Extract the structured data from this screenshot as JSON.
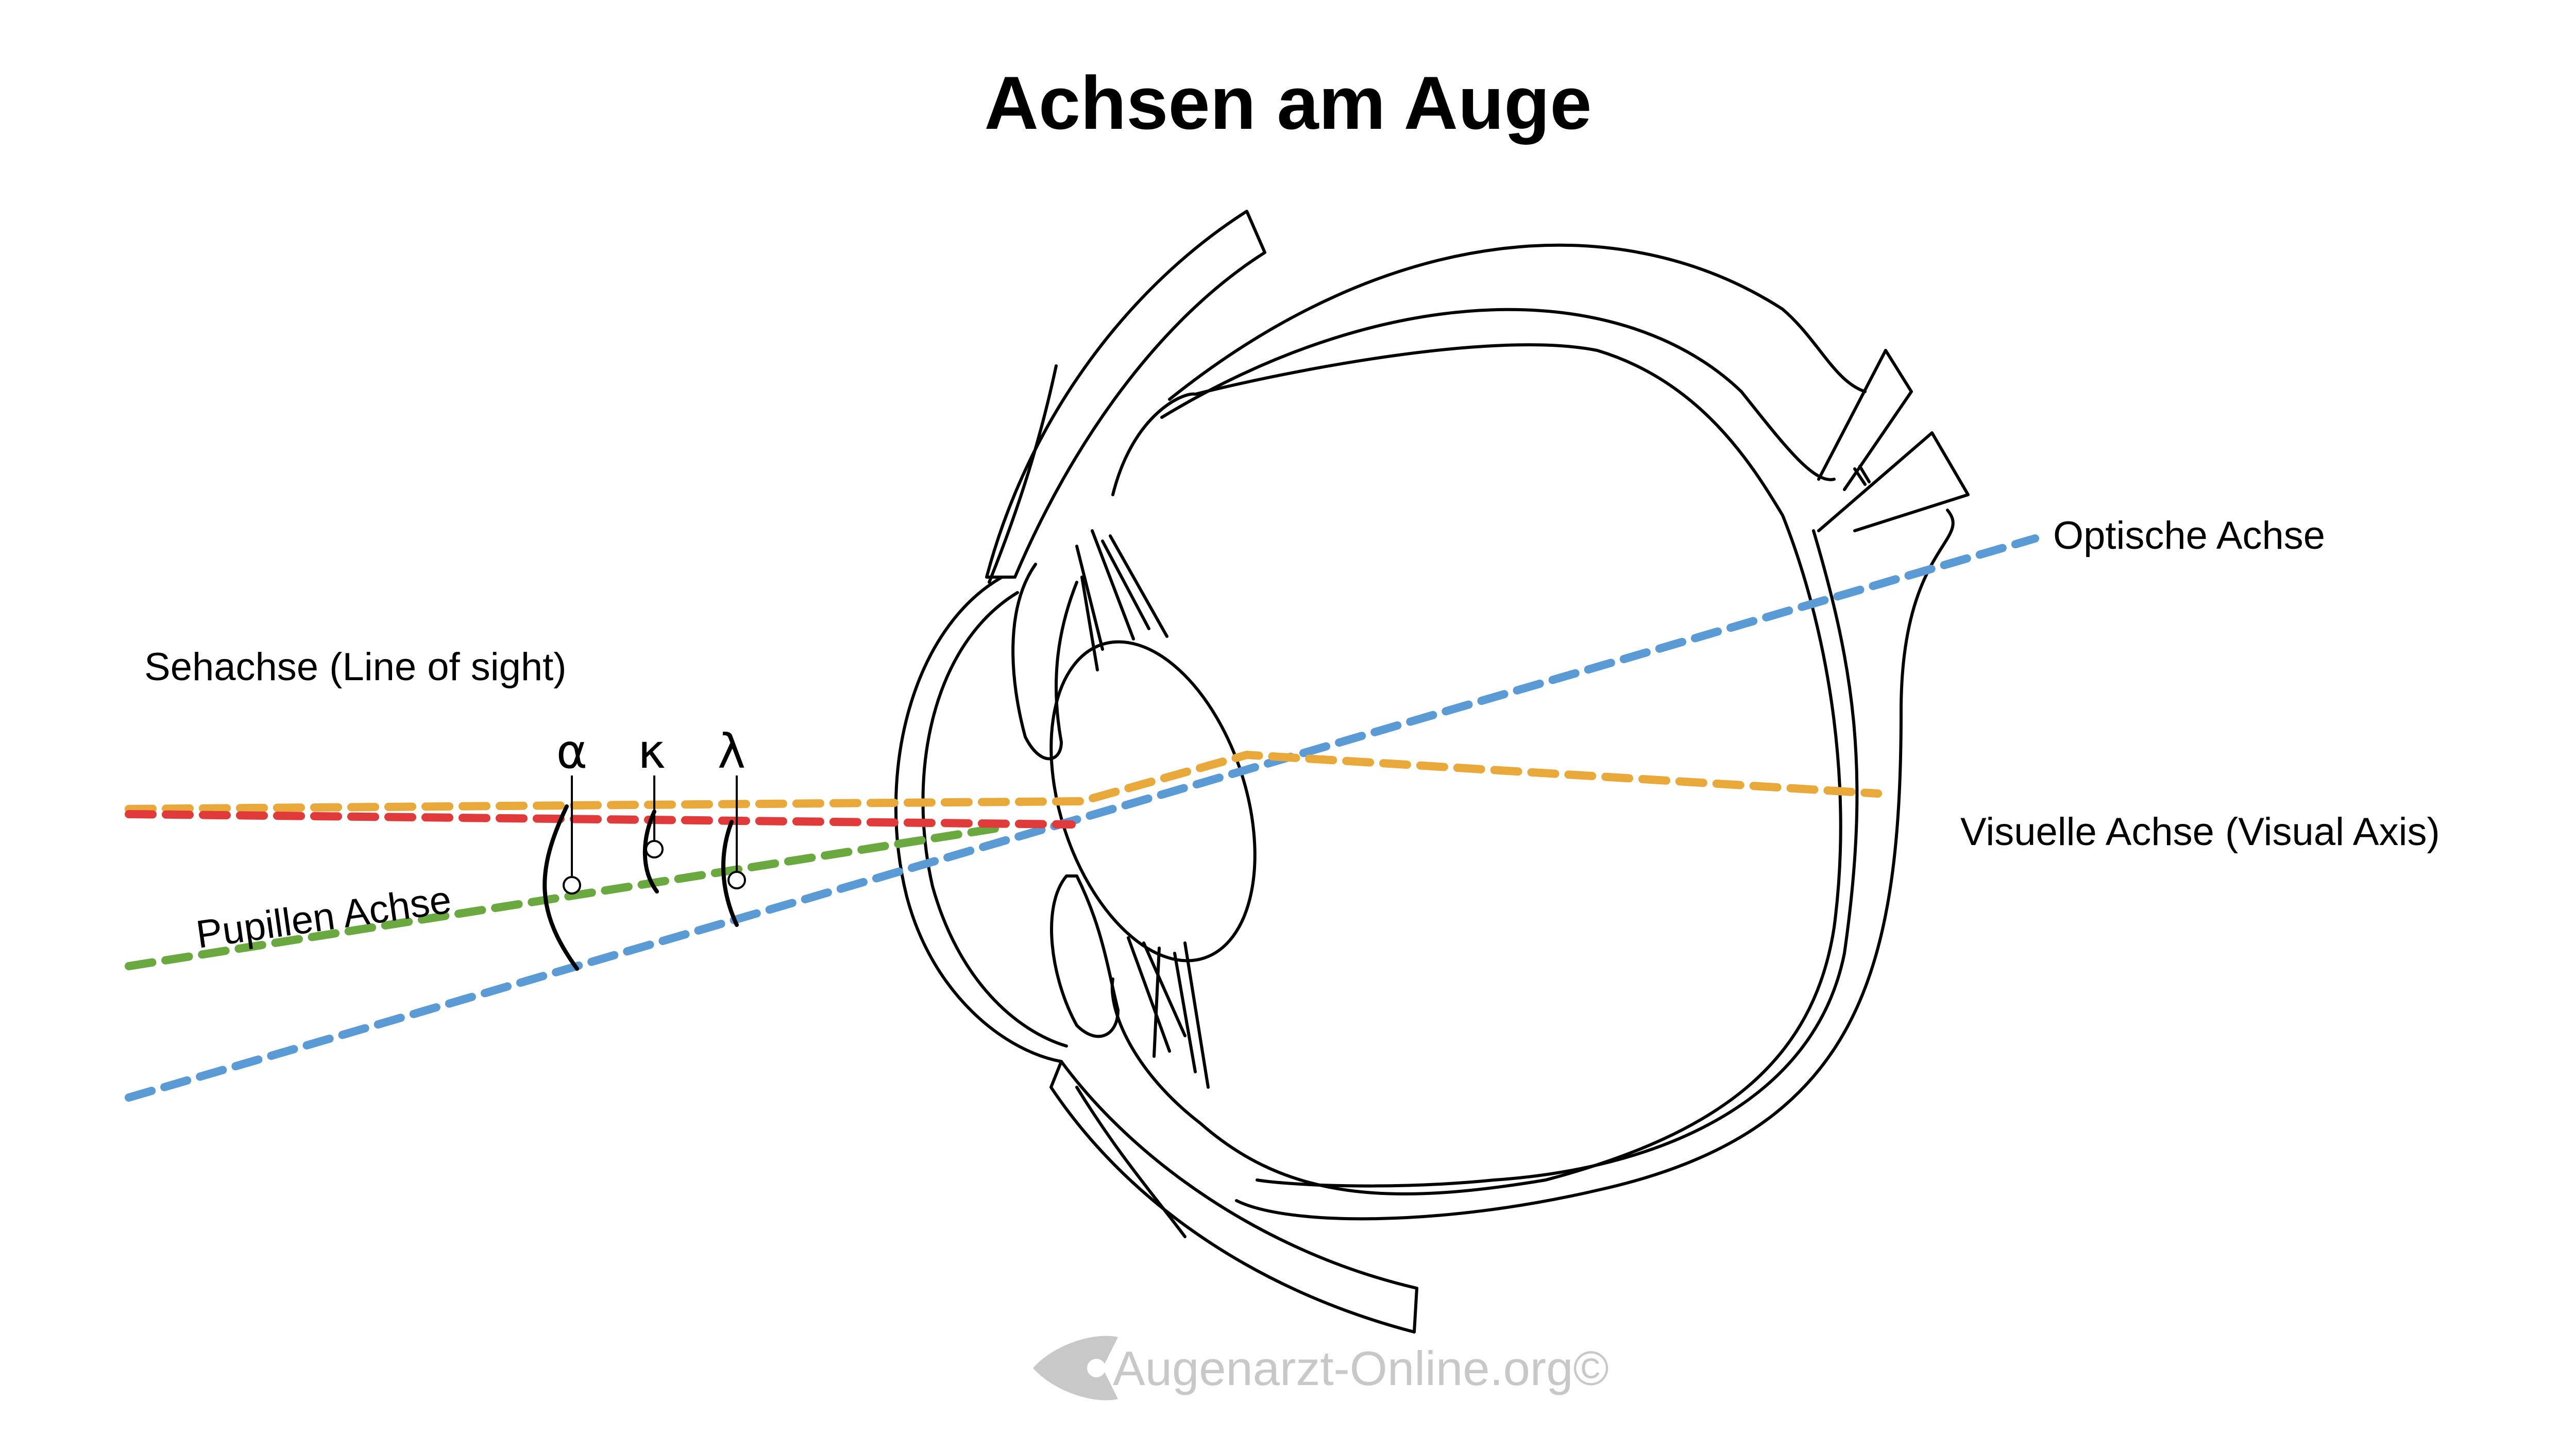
{
  "title": "Achsen am Auge",
  "labels": {
    "line_of_sight": "Sehachse (Line of sight)",
    "pupil_axis": "Pupillen Achse",
    "optical_axis": "Optische Achse",
    "visual_axis": "Visuelle Achse (Visual Axis)"
  },
  "angles": {
    "alpha": "α",
    "kappa": "κ",
    "lambda": "λ"
  },
  "watermark": "Augenarzt-Online.org©",
  "colors": {
    "line_of_sight": "#e03a3a",
    "pupil_axis": "#6aa840",
    "optical_axis": "#5b9bd5",
    "visual_axis": "#e8a83a"
  }
}
